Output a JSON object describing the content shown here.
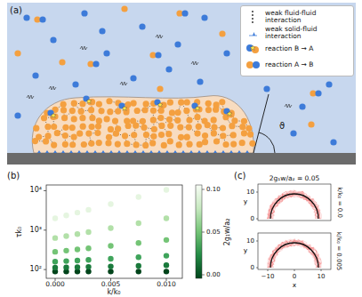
{
  "diagram": {
    "labels": [
      "(a)",
      "ϑ",
      "(b)",
      "10⁴",
      "10³",
      "10²",
      "τk₀",
      "0.000",
      "0.005",
      "0.010",
      "k/k₀",
      "0.10",
      "0.05",
      "0.00",
      "2g₁w/a₂",
      "(c)",
      "2g₁w/a₂ = 0.05",
      "y",
      "y",
      "0",
      "10",
      "0",
      "10",
      "−10",
      "0",
      "10",
      "x",
      "k/k₀ = 0.0",
      "k/k₀ = 0.005"
    ],
    "legend": [
      {
        "text": "weak fluid-fluid interaction"
      },
      {
        "text": "weak solid-fluid interaction"
      },
      {
        "text": "reaction B → A"
      },
      {
        "text": "reaction A → B"
      }
    ]
  }
}
